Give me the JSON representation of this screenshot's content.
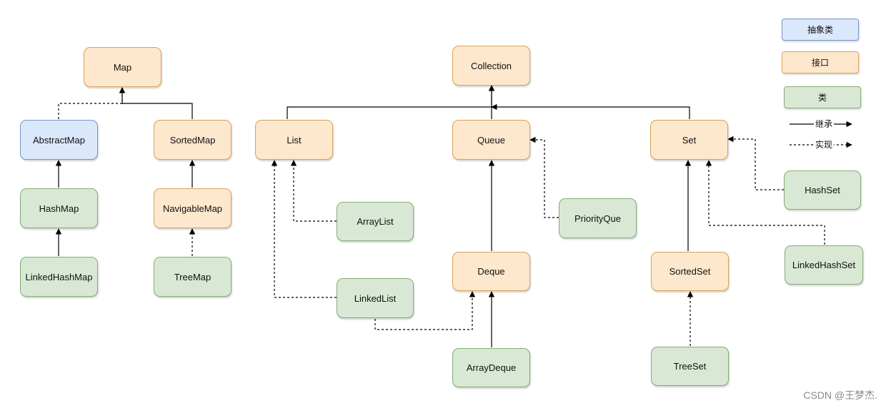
{
  "diagram": {
    "nodes": {
      "map": "Map",
      "abstract_map": "AbstractMap",
      "sorted_map": "SortedMap",
      "hash_map": "HashMap",
      "navigable_map": "NavigableMap",
      "linked_hash_map": "LinkedHashMap",
      "tree_map": "TreeMap",
      "collection": "Collection",
      "list": "List",
      "queue": "Queue",
      "set": "Set",
      "array_list": "ArrayList",
      "linked_list": "LinkedList",
      "priority_que": "PriorityQue",
      "deque": "Deque",
      "array_deque": "ArrayDeque",
      "hash_set": "HashSet",
      "linked_hash_set": "LinkedHashSet",
      "sorted_set": "SortedSet",
      "tree_set": "TreeSet"
    },
    "legend": {
      "abstract_class": "抽象类",
      "interface": "接口",
      "class": "类",
      "inherit": "继承",
      "implement": "实现"
    },
    "colors": {
      "interface_fill": "#fde7cd",
      "interface_border": "#d9a35a",
      "abstract_fill": "#dbe8fb",
      "abstract_border": "#7895c7",
      "class_fill": "#d9e8d4",
      "class_border": "#84ad76"
    }
  },
  "watermark": "CSDN @王梦杰."
}
